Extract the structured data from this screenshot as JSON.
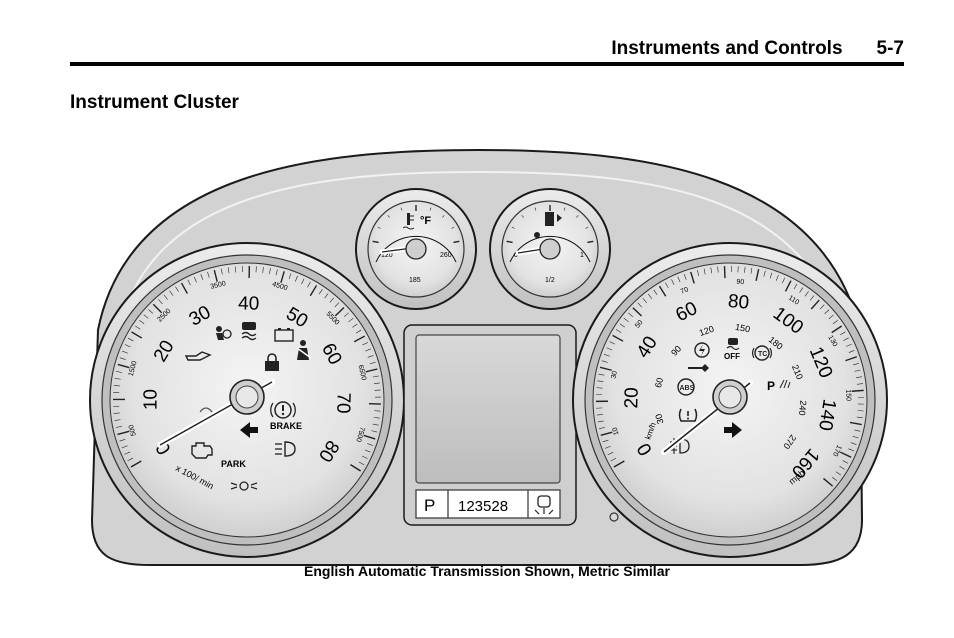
{
  "page": {
    "section_title": "Instruments and Controls",
    "page_number": "5-7",
    "heading": "Instrument Cluster",
    "caption": "English Automatic Transmission Shown, Metric Similar"
  },
  "cluster": {
    "tachometer": {
      "unit_label": "x 100/ min",
      "major_labels": [
        "0",
        "10",
        "20",
        "30",
        "40",
        "50",
        "60",
        "70",
        "80"
      ],
      "outer_labels": [
        "500",
        "1500",
        "2500",
        "3500",
        "4500",
        "5500",
        "6500",
        "7500"
      ],
      "indicator_labels": {
        "brake": "BRAKE",
        "park": "PARK"
      }
    },
    "temperature_gauge": {
      "unit": "°F",
      "min_label": "120",
      "mid_label": "185",
      "max_label": "260"
    },
    "fuel_gauge": {
      "empty_label": "0",
      "half_label": "1/2",
      "full_label": "1"
    },
    "speedometer": {
      "mph_labels": [
        "0",
        "20",
        "40",
        "60",
        "80",
        "100",
        "120",
        "140",
        "160"
      ],
      "kmh_labels": [
        "30",
        "60",
        "90",
        "120",
        "150",
        "180",
        "210",
        "240",
        "270"
      ],
      "outer_labels": [
        "10",
        "30",
        "50",
        "70",
        "90",
        "110",
        "130",
        "150",
        "170"
      ],
      "unit_kmh": "km/h",
      "unit_mph": "mph",
      "indicator_labels": {
        "abs": "ABS",
        "off": "OFF",
        "park_assist": "P"
      }
    },
    "dic_display": {
      "gear": "P",
      "odometer": "123528"
    }
  }
}
